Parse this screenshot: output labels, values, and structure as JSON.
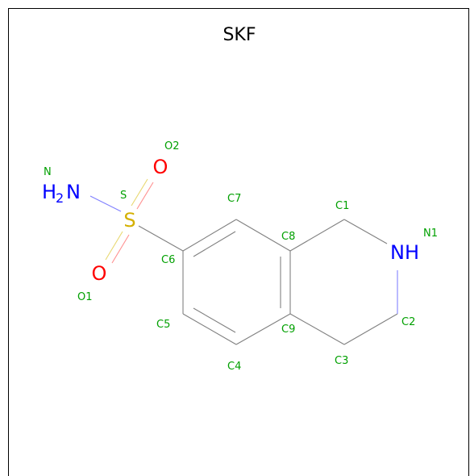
{
  "title": "SKF",
  "colors": {
    "bond": "#808080",
    "label": "#00a000",
    "nitrogen": "#0000ff",
    "oxygen": "#ff0000",
    "sulfur": "#d4b000"
  },
  "atoms": {
    "nh2_base": "H",
    "nh2_sub": "2",
    "nh2_n": "N",
    "ring_nh": "NH",
    "o_top": "O",
    "o_bottom": "O",
    "s": "S"
  },
  "labels": {
    "N": "N",
    "O2": "O2",
    "S": "S",
    "O1": "O1",
    "C6": "C6",
    "C7": "C7",
    "C1": "C1",
    "N1": "N1",
    "C8": "C8",
    "C5": "C5",
    "C9": "C9",
    "C2": "C2",
    "C4": "C4",
    "C3": "C3"
  }
}
